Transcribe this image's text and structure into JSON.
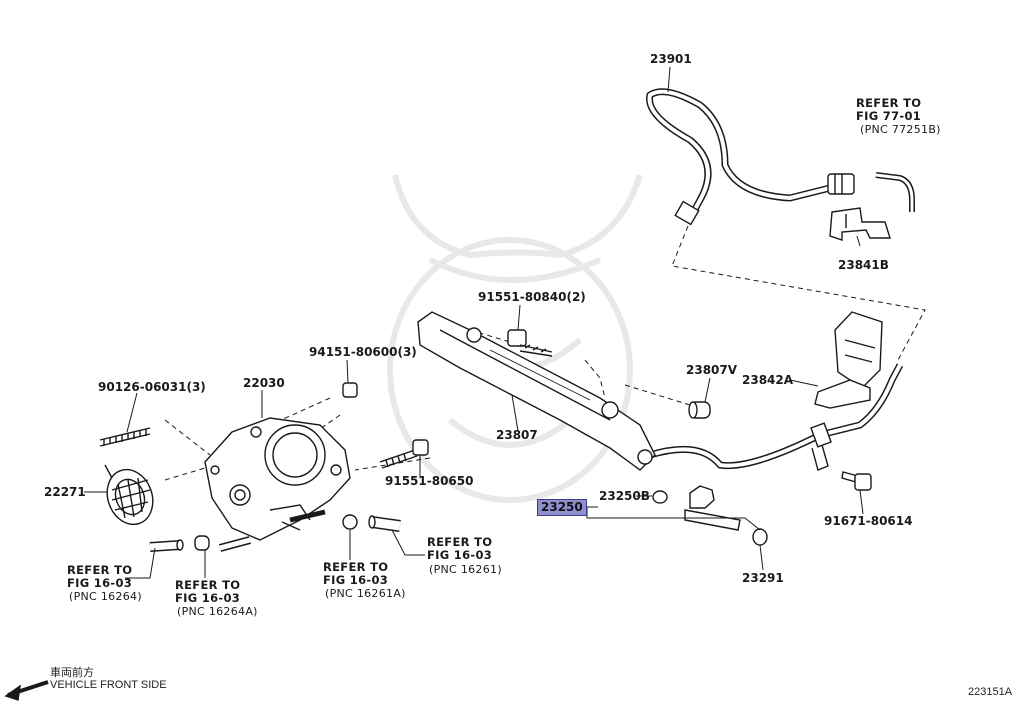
{
  "labels": {
    "p23901": "23901",
    "refer_77_l1": "REFER TO",
    "refer_77_l2": "FIG 77-01",
    "refer_77_l3": "(PNC 77251B)",
    "p23841b": "23841B",
    "p91551_840": "91551-80840(2)",
    "p94151": "94151-80600(3)",
    "p22030": "22030",
    "p90126": "90126-06031(3)",
    "p23807v": "23807V",
    "p23842a": "23842A",
    "p23807": "23807",
    "p91551_650": "91551-80650",
    "p22271": "22271",
    "p23250": "23250",
    "p23250b": "23250B",
    "p91671": "91671-80614",
    "refer_16261_l1": "REFER TO",
    "refer_16261_l2": "FIG 16-03",
    "refer_16261_l3": "(PNC 16261)",
    "refer_16264_l1": "REFER TO",
    "refer_16264_l2": "FIG 16-03",
    "refer_16264_l3": "(PNC 16264)",
    "refer_16264a_l1": "REFER TO",
    "refer_16264a_l2": "FIG 16-03",
    "refer_16264a_l3": "(PNC 16264A)",
    "refer_16261a_l1": "REFER TO",
    "refer_16261a_l2": "FIG 16-03",
    "refer_16261a_l3": "(PNC 16261A)",
    "p23291": "23291"
  },
  "footer": {
    "direction_jp": "車両前方",
    "direction_en": "VEHICLE FRONT SIDE",
    "figure_code": "223151A"
  },
  "colors": {
    "line": "#1a1a1a",
    "highlight": "#8f8fd0",
    "watermark": "#ececec"
  }
}
